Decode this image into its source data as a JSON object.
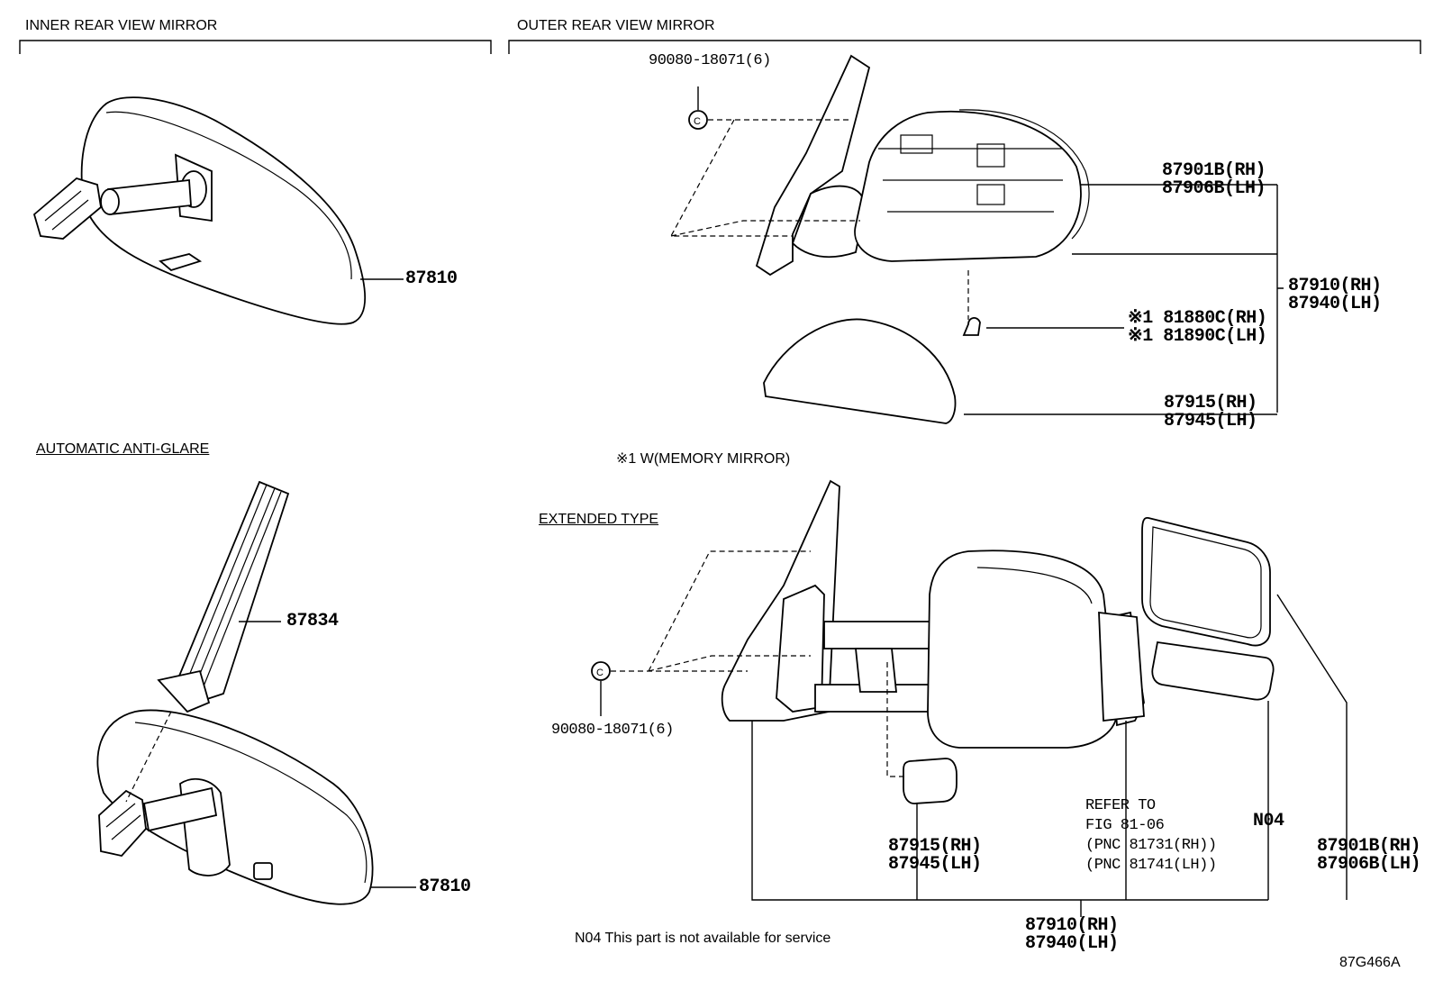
{
  "sections": {
    "inner": "INNER REAR VIEW MIRROR",
    "outer": "OUTER REAR VIEW MIRROR",
    "auto": "AUTOMATIC ANTI-GLARE",
    "extended": "EXTENDED TYPE",
    "memory_note": "※1 W(MEMORY MIRROR)"
  },
  "parts": {
    "p87810_a": "87810",
    "p87810_b": "87810",
    "p87834": "87834",
    "bolt_top": "90080-18071(6)",
    "bolt_bottom": "90080-18071(6)",
    "p87901_rh": "87901B(RH)",
    "p87906_lh": "87906B(LH)",
    "p87910_rh": "87910(RH)",
    "p87940_lh": "87940(LH)",
    "p81880": "※1 81880C(RH)",
    "p81890": "※1 81890C(LH)",
    "p87915_rh": "87915(RH)",
    "p87945_lh": "87945(LH)",
    "ext_87915_rh": "87915(RH)",
    "ext_87945_lh": "87945(LH)",
    "refer_1": "REFER TO",
    "refer_2": "FIG 81-06",
    "refer_3": "(PNC 81731(RH))",
    "refer_4": "(PNC 81741(LH))",
    "n04": "N04",
    "ext_87901_rh": "87901B(RH)",
    "ext_87906_lh": "87906B(LH)",
    "ext_87910_rh": "87910(RH)",
    "ext_87940_lh": "87940(LH)"
  },
  "footer": {
    "n04_note": "N04  This part is not available for service",
    "fig_code": "87G466A"
  }
}
